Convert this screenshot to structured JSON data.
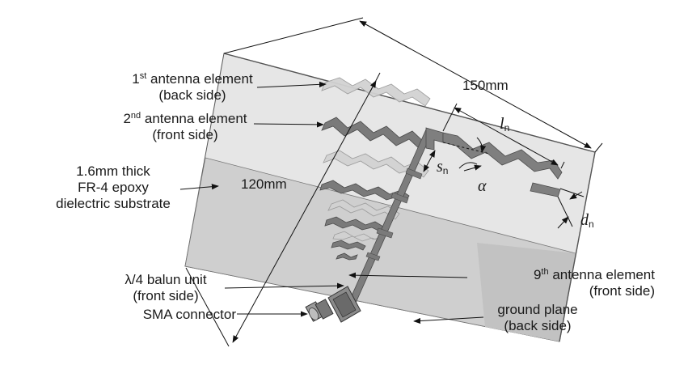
{
  "labels": {
    "el1": {
      "ord": "1",
      "sup": "st",
      "rest": " antenna element",
      "line2": "(back side)"
    },
    "el2": {
      "ord": "2",
      "sup": "nd",
      "rest": " antenna element",
      "line2": "(front side)"
    },
    "substrate": {
      "line1": "1.6mm thick",
      "line2": "FR-4 epoxy",
      "line3": "dielectric substrate"
    },
    "balun": {
      "line1": "λ/4 balun unit",
      "line2": "(front side)"
    },
    "sma": "SMA connector",
    "el9": {
      "ord": "9",
      "sup": "th",
      "rest": " antenna element",
      "line2": "(front side)"
    },
    "ground": {
      "line1": "ground plane",
      "line2": "(back side)"
    }
  },
  "dimensions": {
    "width": "150mm",
    "height": "120mm",
    "l": "l",
    "l_sub": "n",
    "s": "s",
    "s_sub": "n",
    "d": "d",
    "d_sub": "n",
    "alpha": "α"
  },
  "colors": {
    "substrate": "#e6e6e6",
    "ground": "#cfcfcf",
    "front_element": "#7a7a7a",
    "back_element": "#d2d2d2",
    "outline": "#555555"
  }
}
